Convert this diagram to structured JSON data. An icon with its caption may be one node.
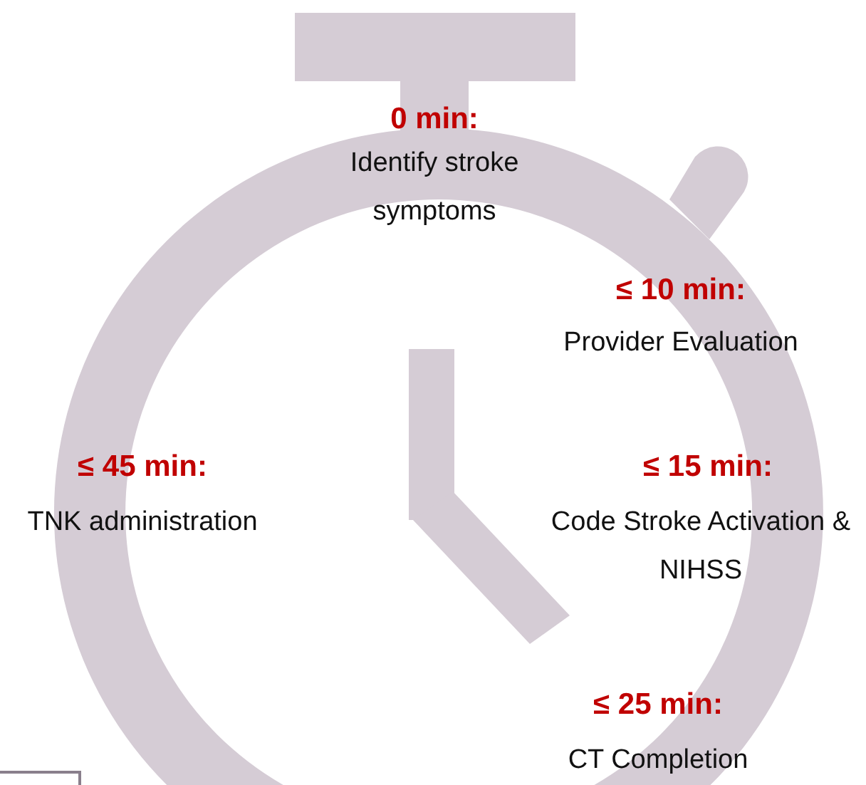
{
  "diagram": {
    "labels": [
      "0 min:",
      "Identify stroke symptoms",
      "≤ 10 min:",
      "Provider Evaluation",
      "≤ 45 min:",
      "TNK administration",
      "≤ 15 min:",
      "Code Stroke Activation & NIHSS",
      "≤ 25 min:",
      "CT Completion"
    ]
  }
}
